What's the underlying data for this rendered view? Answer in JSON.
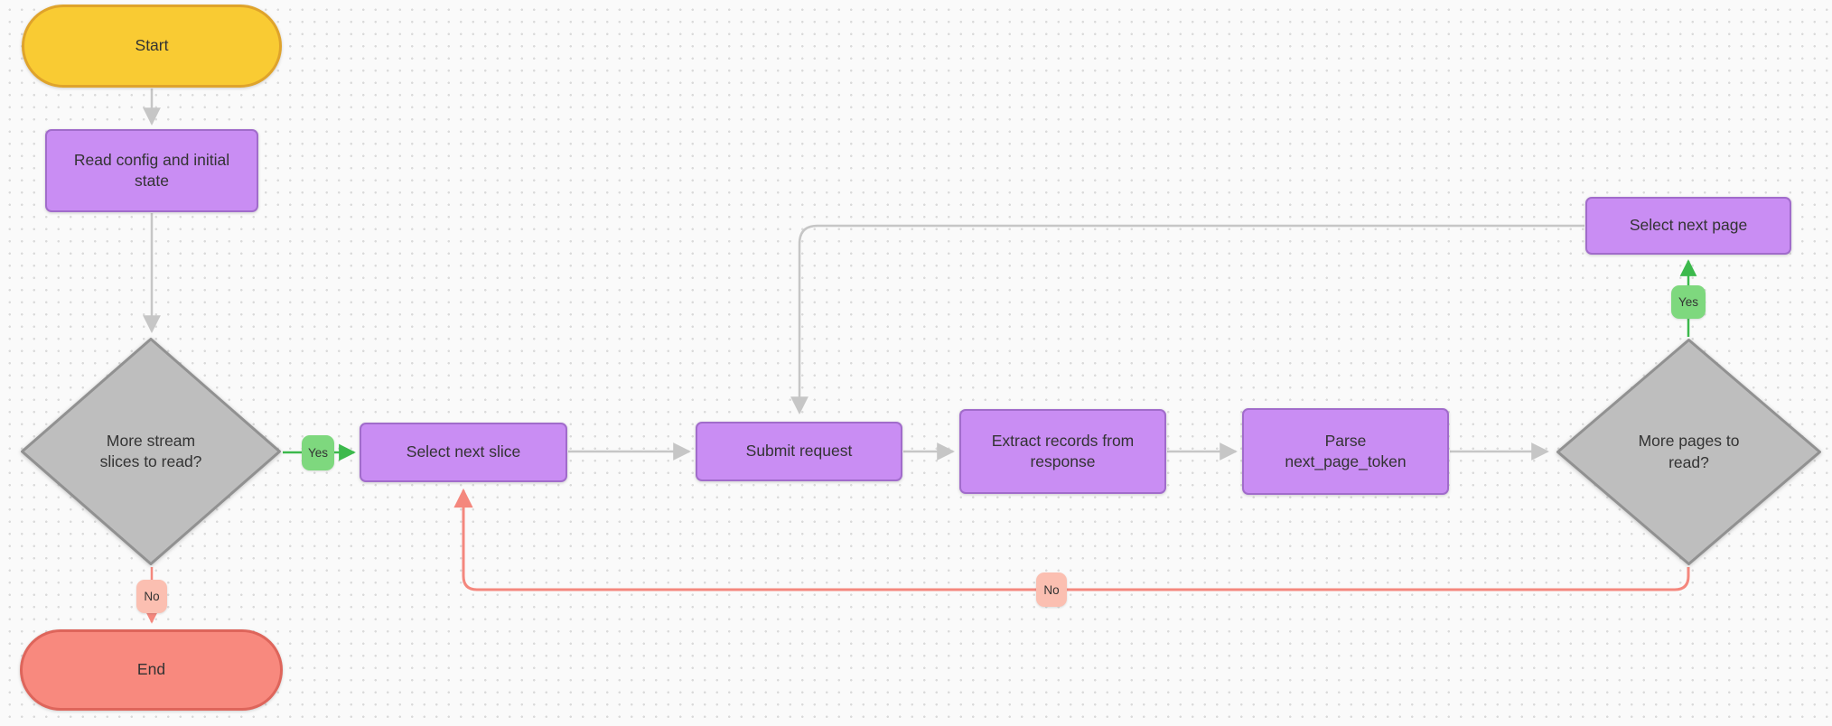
{
  "diagram": {
    "type": "flowchart",
    "nodes": {
      "start": {
        "type": "terminator",
        "label": "Start"
      },
      "read_config": {
        "type": "process",
        "label": "Read config and initial\nstate"
      },
      "more_slices": {
        "type": "decision",
        "label": "More stream\nslices to read?"
      },
      "select_slice": {
        "type": "process",
        "label": "Select next slice"
      },
      "submit_request": {
        "type": "process",
        "label": "Submit request"
      },
      "extract_records": {
        "type": "process",
        "label": "Extract records from\nresponse"
      },
      "parse_token": {
        "type": "process",
        "label": "Parse\nnext_page_token"
      },
      "more_pages": {
        "type": "decision",
        "label": "More pages to\nread?"
      },
      "select_page": {
        "type": "process",
        "label": "Select next page"
      },
      "end": {
        "type": "terminator",
        "label": "End"
      }
    },
    "edges": [
      {
        "from": "start",
        "to": "read_config",
        "label": ""
      },
      {
        "from": "read_config",
        "to": "more_slices",
        "label": ""
      },
      {
        "from": "more_slices",
        "to": "select_slice",
        "label": "Yes"
      },
      {
        "from": "more_slices",
        "to": "end",
        "label": "No"
      },
      {
        "from": "select_slice",
        "to": "submit_request",
        "label": ""
      },
      {
        "from": "submit_request",
        "to": "extract_records",
        "label": ""
      },
      {
        "from": "extract_records",
        "to": "parse_token",
        "label": ""
      },
      {
        "from": "parse_token",
        "to": "more_pages",
        "label": ""
      },
      {
        "from": "more_pages",
        "to": "select_page",
        "label": "Yes"
      },
      {
        "from": "more_pages",
        "to": "select_slice",
        "label": "No"
      },
      {
        "from": "select_page",
        "to": "submit_request",
        "label": ""
      }
    ],
    "edge_labels": {
      "more_slices_yes": "Yes",
      "more_slices_no": "No",
      "more_pages_yes": "Yes",
      "more_pages_no": "No"
    },
    "colors": {
      "background": "#fafafa",
      "grid_dot": "#dadada",
      "start_fill": "#f9cb33",
      "start_border": "#dfa32b",
      "process_fill": "#c98df3",
      "process_border": "#a16ccb",
      "decision_fill": "#bebebe",
      "decision_border": "#919191",
      "end_fill": "#f8897e",
      "end_border": "#de655b",
      "edge_default": "#c6c6c6",
      "edge_yes": "#3cb94c",
      "edge_no": "#f4877d",
      "badge_yes_fill": "#7ed87e",
      "badge_no_fill": "#fbbfb1",
      "text": "#333333"
    }
  }
}
